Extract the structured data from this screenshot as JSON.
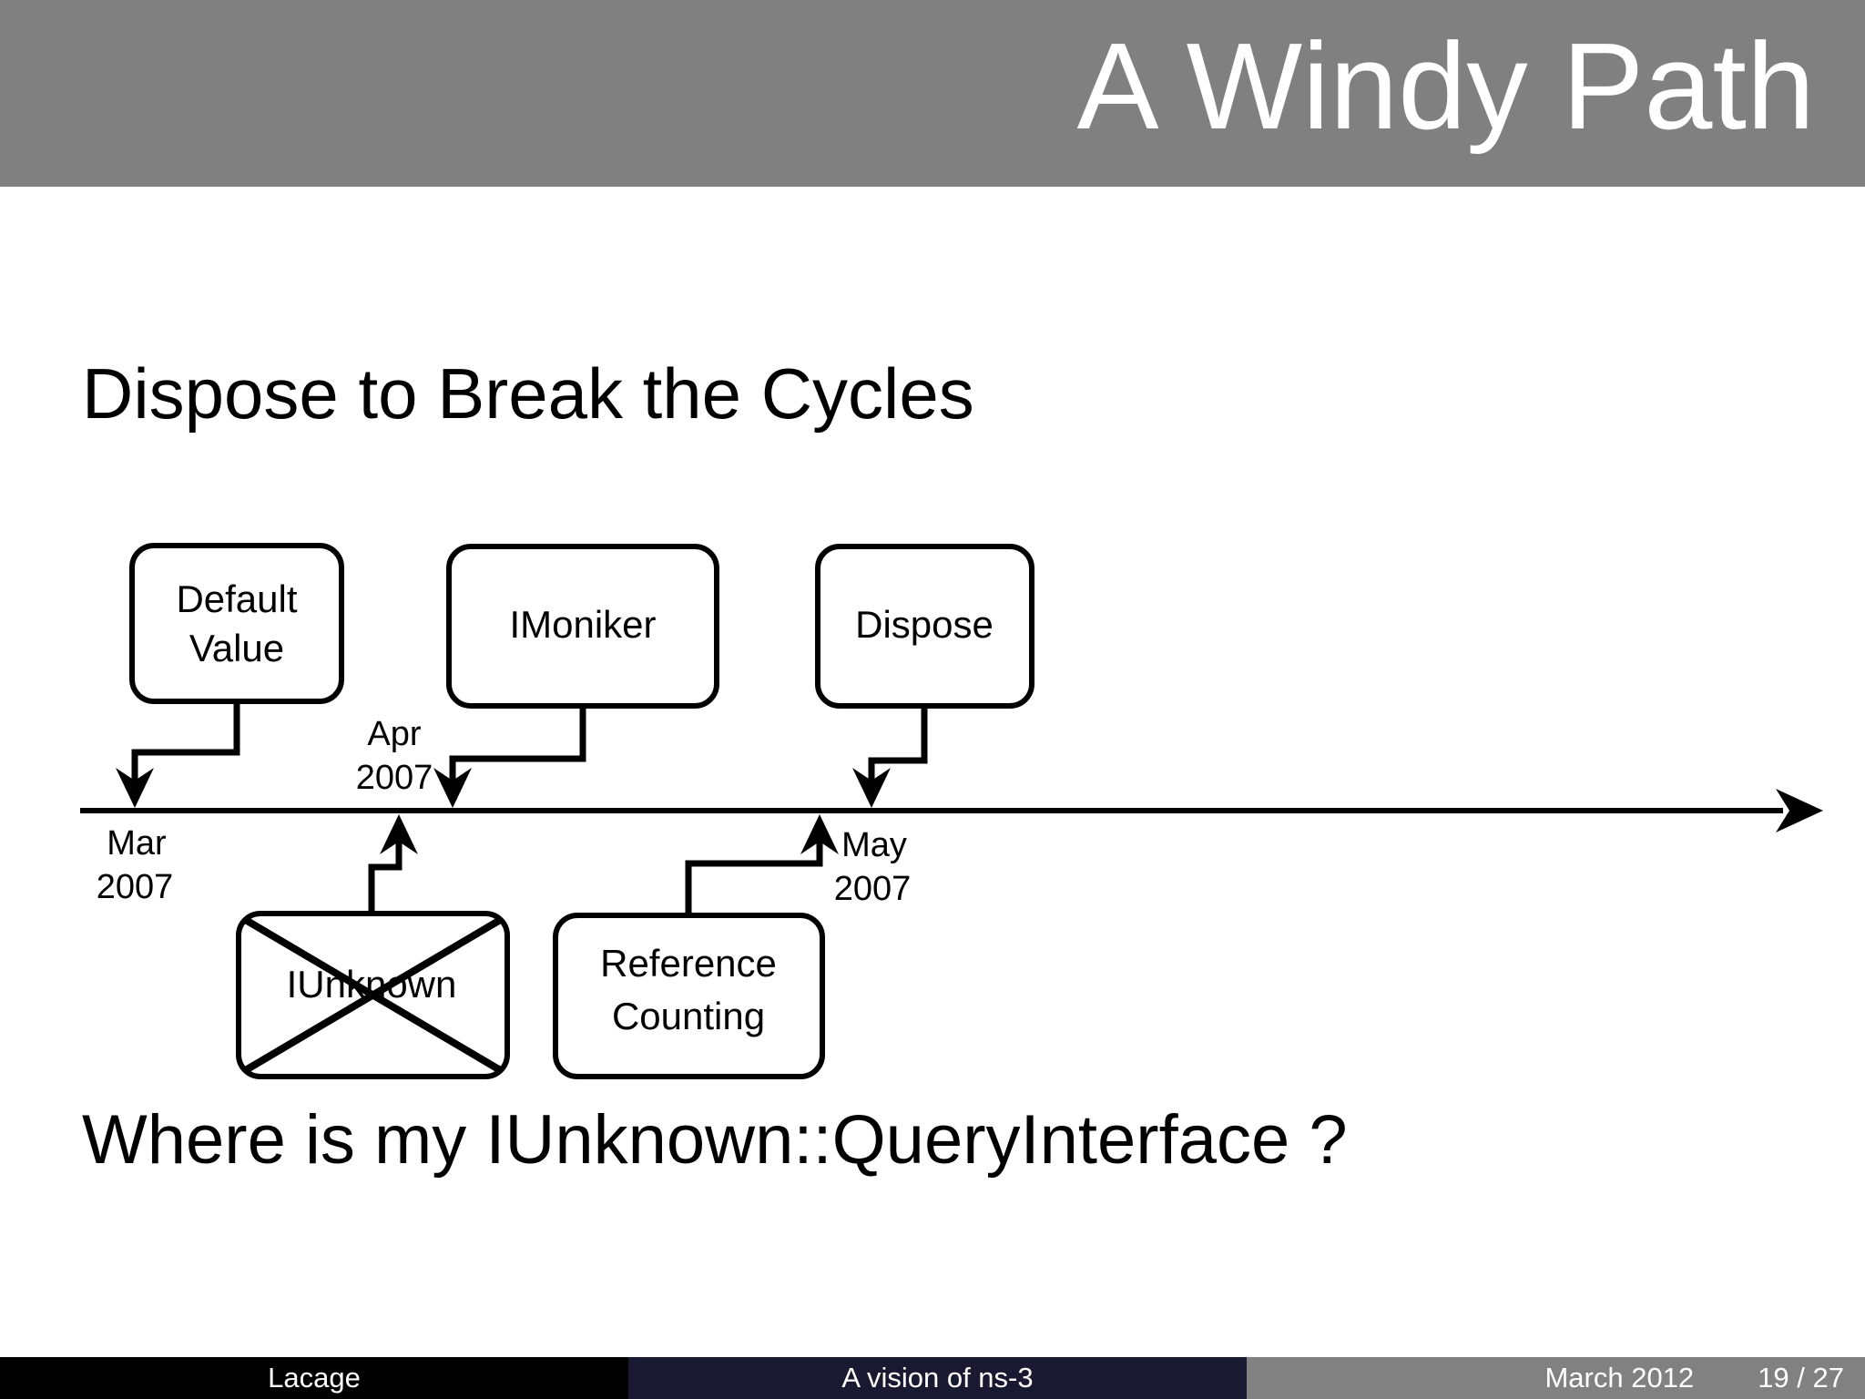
{
  "slide": {
    "title": "A Windy Path",
    "heading": "Dispose to Break the Cycles",
    "question": "Where is my IUnknown::QueryInterface ?"
  },
  "diagram": {
    "boxes": {
      "default_value": {
        "line1": "Default",
        "line2": "Value"
      },
      "imoniker": {
        "label": "IMoniker"
      },
      "dispose": {
        "label": "Dispose"
      },
      "iunknown": {
        "label": "IUnknown",
        "crossed_out": true
      },
      "reference_counting": {
        "line1": "Reference",
        "line2": "Counting"
      }
    },
    "dates": {
      "mar": {
        "month": "Mar",
        "year": "2007"
      },
      "apr": {
        "month": "Apr",
        "year": "2007"
      },
      "may": {
        "month": "May",
        "year": "2007"
      }
    }
  },
  "footer": {
    "author": "Lacage",
    "subtitle": "A vision of ns-3",
    "date": "March 2012",
    "page": "19 / 27"
  },
  "colors": {
    "banner_gray": "#808080",
    "footer_black": "#000000",
    "footer_navy": "#191932",
    "footer_gray": "#818181",
    "ink": "#000000",
    "background": "#ffffff"
  }
}
